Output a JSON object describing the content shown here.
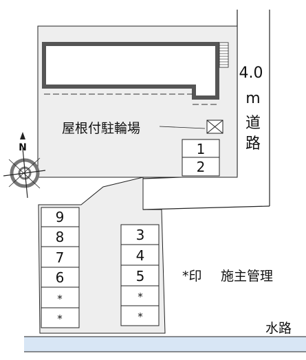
{
  "road": {
    "width_text": "4.0",
    "unit_text": "m",
    "name_line1": "道",
    "name_line2": "路"
  },
  "bicycle_parking_label": "屋根付駐輪場",
  "compass": {
    "north_label": "N"
  },
  "parking_upper": [
    "1",
    "2"
  ],
  "parking_left": [
    "9",
    "8",
    "7",
    "6",
    "*",
    "*"
  ],
  "parking_center": [
    "3",
    "4",
    "5",
    "*",
    "*"
  ],
  "legend": {
    "mark": "*印",
    "text": "施主管理"
  },
  "waterway_label": "水路",
  "colors": {
    "lot_fill": "#eeeeee",
    "building_outline": "#555555",
    "waterway_fill": "#d8e6f5",
    "line": "#222222"
  }
}
